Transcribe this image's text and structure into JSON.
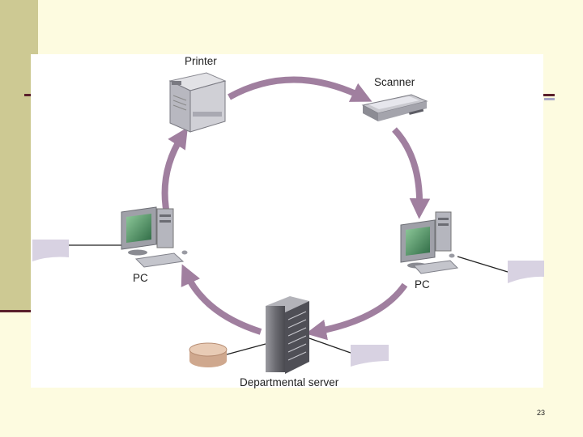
{
  "diagram": {
    "nodes": {
      "printer": "Printer",
      "scanner": "Scanner",
      "pc_left": "PC",
      "pc_right": "PC",
      "server": "Departmental server"
    }
  },
  "footer": {
    "page_number": "23"
  },
  "colors": {
    "arrow": "#a07f9f",
    "callout": "#d8d2e2",
    "left_bar": "#cdc993",
    "accent_line": "#5a1f2b",
    "background": "#fdfbe0"
  }
}
